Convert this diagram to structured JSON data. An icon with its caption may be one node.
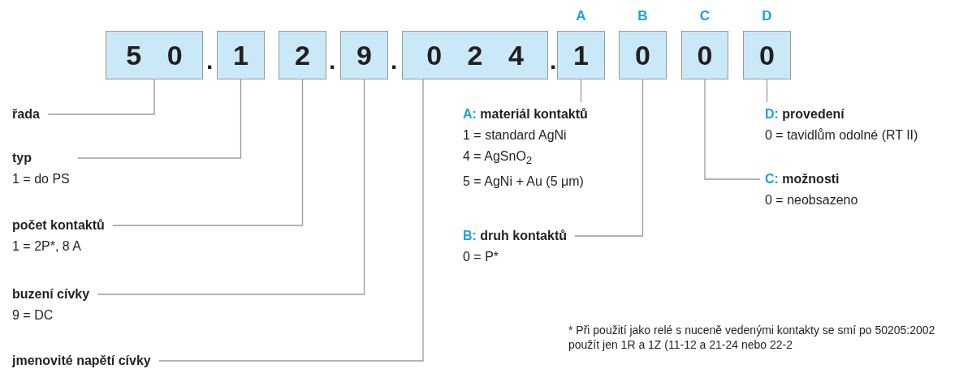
{
  "diagram": {
    "nodes": [
      {
        "text": [
          "5 0"
        ]
      },
      {
        "text": [
          "1"
        ]
      },
      {
        "text": [
          "2"
        ]
      },
      {
        "text": [
          "9"
        ]
      },
      {
        "text": [
          "0 2 4"
        ]
      },
      {
        "text": [
          "1"
        ],
        "beside": [
          "A"
        ]
      },
      {
        "text": [
          "0"
        ],
        "beside": [
          "B"
        ]
      },
      {
        "text": [
          "0"
        ],
        "beside": [
          "C"
        ]
      },
      {
        "text": [
          "0"
        ],
        "beside": [
          "D"
        ]
      },
      {
        "text": [
          "řada"
        ]
      },
      {
        "text": [
          "typ",
          "1 = do PS"
        ]
      },
      {
        "text": [
          "počet kontaktů",
          "1 = 2P*, 8 A"
        ]
      },
      {
        "text": [
          "buzení cívky",
          "9 = DC"
        ]
      },
      {
        "text": [
          "jmenovité napětí cívky"
        ]
      },
      {
        "text": [
          "A: materiál kontaktů",
          "1 = standard AgNi",
          "4 = AgSnO$_{2}$",
          "5 = AgNi + Au (5 μm)"
        ]
      },
      {
        "text": [
          "D: provedení",
          "0 = tavidlům odolné (RT II)"
        ]
      },
      {
        "text": [
          "C: možnosti",
          "0 = neobsazeno"
        ]
      },
      {
        "text": [
          "B: druh kontaktů",
          "0 = P*"
        ]
      }
    ],
    "edges": [
      {
        "from": 9,
        "to": 0,
        "arrow": "none"
      },
      {
        "from": 10,
        "to": 1,
        "arrow": "none"
      },
      {
        "from": 11,
        "to": 2,
        "arrow": "none"
      },
      {
        "from": 12,
        "to": 3,
        "arrow": "none"
      },
      {
        "from": 13,
        "to": 4,
        "arrow": "none"
      },
      {
        "from": 14,
        "to": 5,
        "arrow": "none"
      },
      {
        "from": 15,
        "to": 8,
        "arrow": "none"
      },
      {
        "from": 16,
        "to": 7,
        "arrow": "none"
      },
      {
        "from": 17,
        "to": 6,
        "arrow": "none"
      }
    ],
    "labels": [
      ".",
      ".",
      ".",
      ".",
      "* Při použití jako relé s nuceně vedenými kontakty se smí po 50205:2002 použít jen 1R a 1Z (11-12 a 21-24 nebo 22-2"
    ]
  }
}
